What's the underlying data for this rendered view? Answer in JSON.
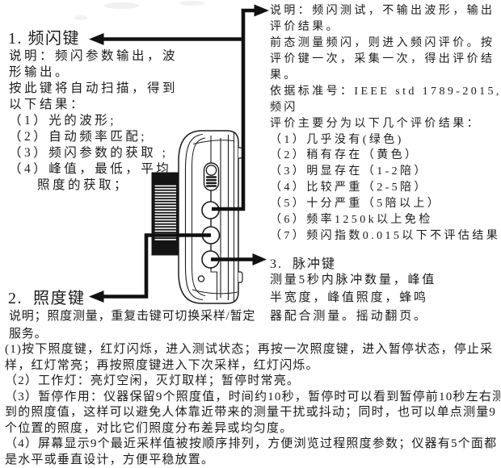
{
  "colors": {
    "ink": "#1b1b1b",
    "paper": "#ffffff",
    "arrow": "#111111"
  },
  "flicker_key": {
    "title": "1. 频闪键",
    "lines": [
      "说明：频闪参数输出，波",
      "形输出。",
      "按此键将自动扫描，得到",
      "以下结果：",
      "（1）光的波形;",
      "（2）自动频率匹配;",
      "（3）频闪参数的获取 ;",
      "（4）峰值，最低，平均"
    ],
    "hanging_line": "照度的获取；"
  },
  "flicker_eval": {
    "lines": [
      "说明：频闪测试，不输出波形，输出",
      "评价结果。",
      "前态测量频闪，则进入频闪评价。按",
      "评价键一次，采集一次，得出评价结",
      "果。",
      "依据标准号：IEEE std 1789-2015,",
      "频闪",
      "评价主要分为以下几个评价结果：",
      "（1）几乎没有(绿色)",
      "（2）稍有存在（黄色）",
      "（3）明显存在（1-2陪）",
      "（4）比较严重（2-5陪）",
      "（5）十分严重（5陪以上）",
      "（6）频率1250k以上免检",
      "（7）频闪指数0.015以下不评估结果"
    ]
  },
  "pulse_key": {
    "title": "3.  脉冲键",
    "lines": [
      "测量5秒内脉冲数量，峰值",
      "半宽度，峰值照度，蜂鸣",
      "器配合测量。摇动翻页。"
    ]
  },
  "lux_key": {
    "title": "2.  照度键",
    "lines": [
      "说明；照度测量，重复击键可切换采样/暂定",
      "服务。"
    ]
  },
  "notes": {
    "lines": [
      "(1)按下照度键，红灯闪烁，进入测试状态；再按一次照度键，进入暂停状态，停止采",
      "样，红灯常亮；再按照度键进入下次采样，红灯闪烁。",
      "（2）工作灯：亮灯空闲，灭灯取样；暂停时常亮。",
      "（3）暂停作用：仪器保留9个照度值，时间约10秒，暂停时可以看到暂停前10秒左右测",
      "到的照度值，这样可以避免人体靠近带来的测量干扰或抖动；同时，也可以单点测量9",
      "个位置的照度，对比它们照度分布差异或均匀度。",
      "（4）屏幕显示9个最近采样值被按顺序排列，方便浏览过程照度参数；仪器有5个面都",
      "是水平或垂直设计，方便平稳放置。"
    ]
  },
  "device": {
    "parts": [
      "sensor-knob",
      "slider-switch",
      "flicker-button",
      "lux-button",
      "pulse-button",
      "indicator-led",
      "side-clip"
    ]
  }
}
